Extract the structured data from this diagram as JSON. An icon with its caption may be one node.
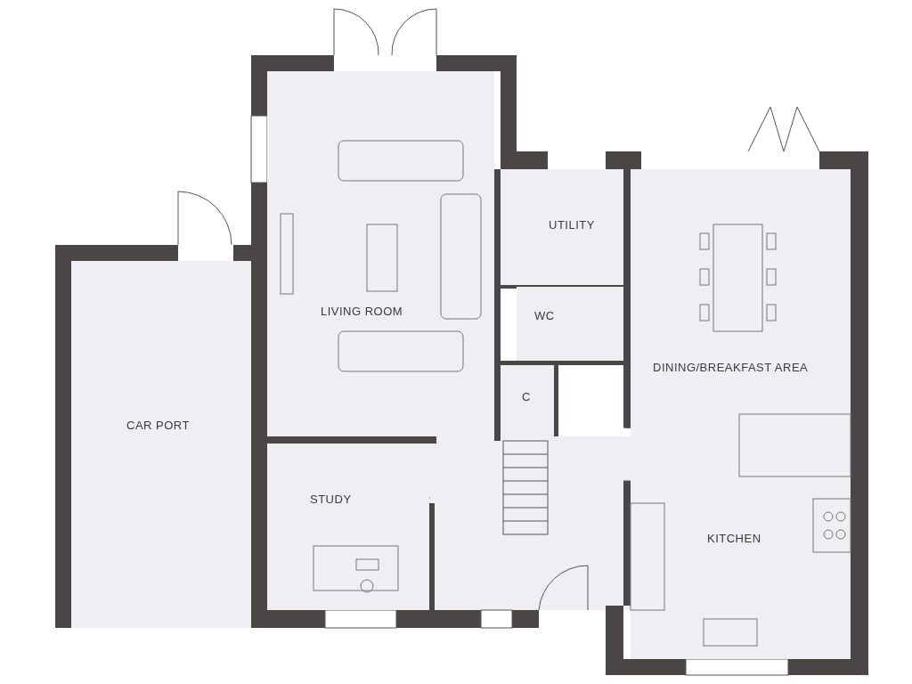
{
  "diagram": {
    "nodes": [
      {
        "text": [
          "LIVING ROOM"
        ]
      },
      {
        "text": [
          "UTILITY"
        ]
      },
      {
        "text": [
          "WC"
        ]
      },
      {
        "text": [
          "C"
        ]
      },
      {
        "text": [
          "DINING/BREAKFAST AREA"
        ]
      },
      {
        "text": [
          "CAR PORT"
        ]
      },
      {
        "text": [
          "STUDY"
        ]
      },
      {
        "text": [
          "KITCHEN"
        ]
      }
    ],
    "edges": []
  }
}
